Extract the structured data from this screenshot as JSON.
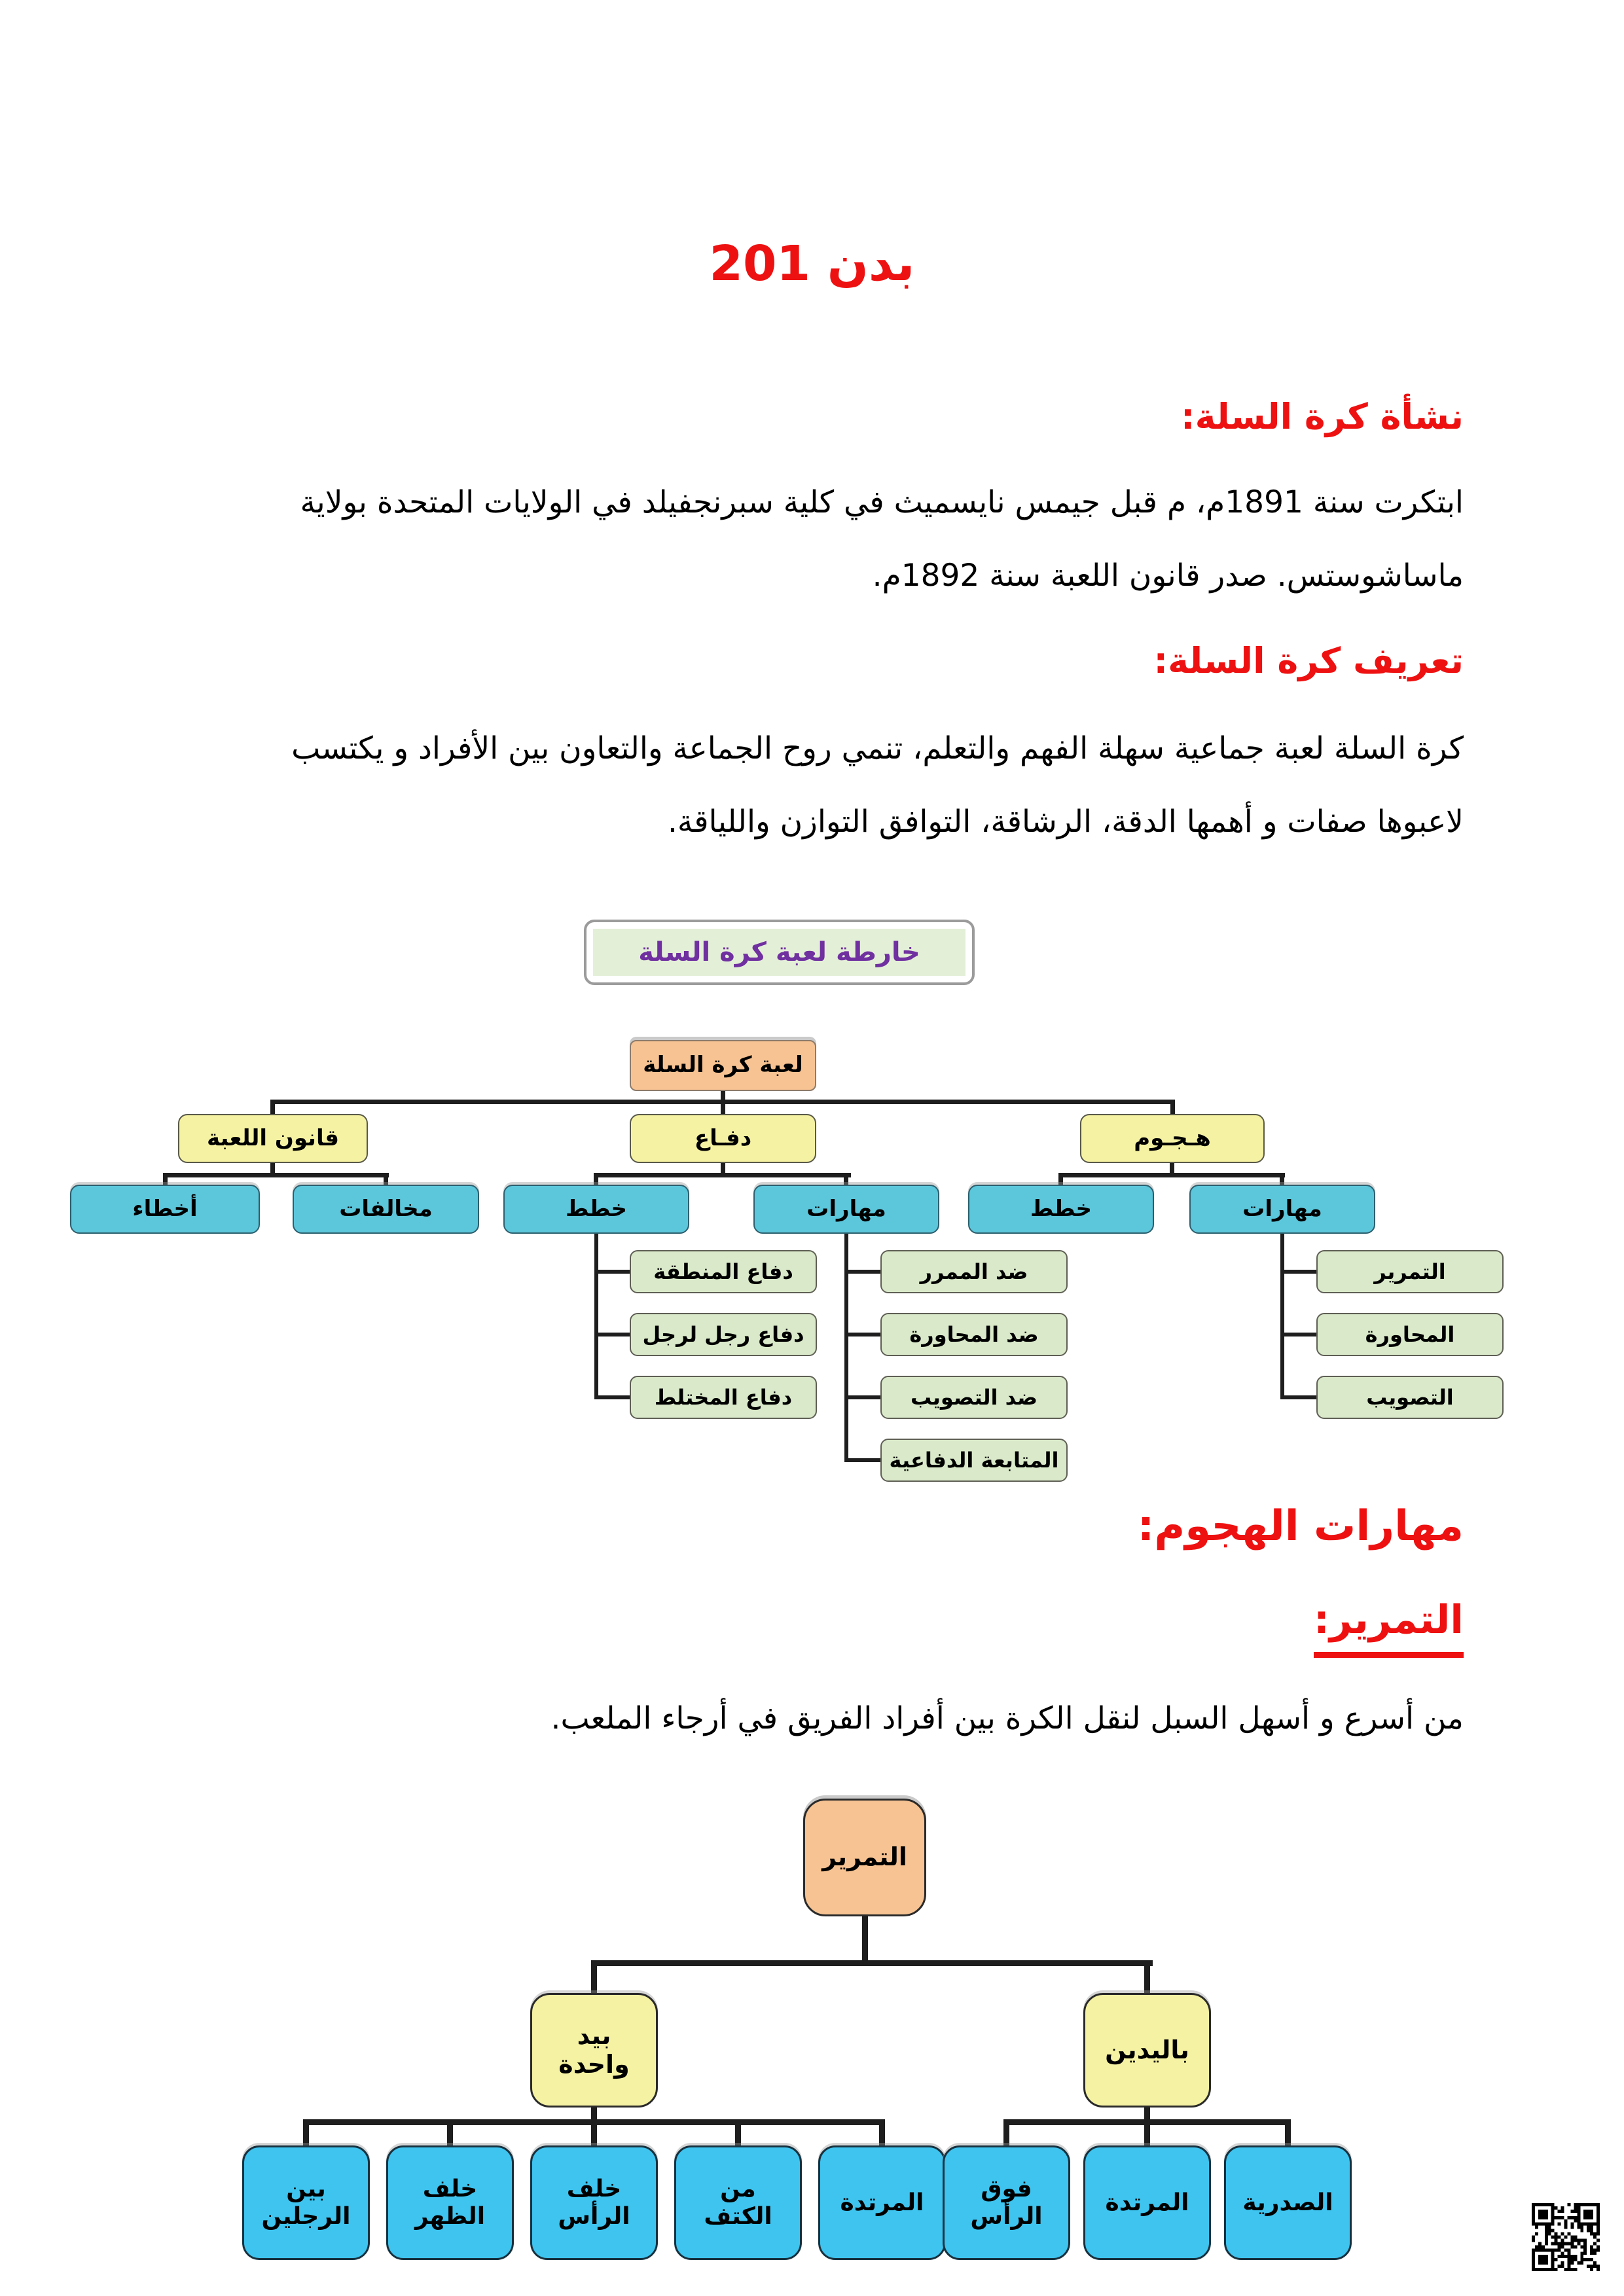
{
  "header": {
    "title": "بدن 201"
  },
  "colors": {
    "heading_red": "#ee1111",
    "caption_purple": "#7030a0",
    "caption_green_bg": "#e4efd8",
    "node_orange": "#f7c392",
    "node_yellow": "#f5f2a3",
    "node_cyan": "#5cc6db",
    "node_green": "#d9e9c9",
    "node_blue": "#3ec4ef"
  },
  "section_origin": {
    "heading": "نشأة كرة السلة:",
    "body": "ابتكرت سنة 1891م، م قبل جيمس نايسميث في كلية سبرنجفيلد في الولايات المتحدة بولاية ماساشوستس. صدر قانون اللعبة سنة 1892م."
  },
  "section_definition": {
    "heading": "تعريف كرة السلة:",
    "body": "كرة السلة لعبة جماعية سهلة الفهم والتعلم، تنمي روح الجماعة والتعاون بين الأفراد و يكتسب لاعبوها صفات و أهمها الدقة، الرشاقة، التوافق التوازن واللياقة."
  },
  "chart1": {
    "caption": "خارطة لعبة كرة السلة",
    "root": "لعبة كرة السلة",
    "l2": [
      "قانون اللعبة",
      "دفـاع",
      "هـجـوم"
    ],
    "l3": [
      "أخطاء",
      "مخالفات",
      "خطط",
      "مهارات",
      "خطط",
      "مهارات"
    ],
    "defense_tactics": [
      "دفاع المنطقة",
      "دفاع رجل لرجل",
      "دفاع المختلط"
    ],
    "defense_skills": [
      "ضد الممرر",
      "ضد المحاورة",
      "ضد التصويب",
      "المتابعة الدفاعية"
    ],
    "attack_skills": [
      "التمرير",
      "المحاورة",
      "التصويب"
    ]
  },
  "section_attack": {
    "heading": "مهارات الهجوم:",
    "subheading": "التمرير:",
    "body": "من أسرع و أسهل السبل لنقل الكرة بين أفراد الفريق في أرجاء الملعب."
  },
  "chart2": {
    "root": "التمرير",
    "l2": [
      "بيد واحدة",
      "باليدين"
    ],
    "one_hand": [
      "بين الرجلين",
      "خلف الظهر",
      "خلف الرأس",
      "من الكتف",
      "المرتدة"
    ],
    "two_hands": [
      "فوق الرأس",
      "المرتدة",
      "الصدرية"
    ]
  }
}
